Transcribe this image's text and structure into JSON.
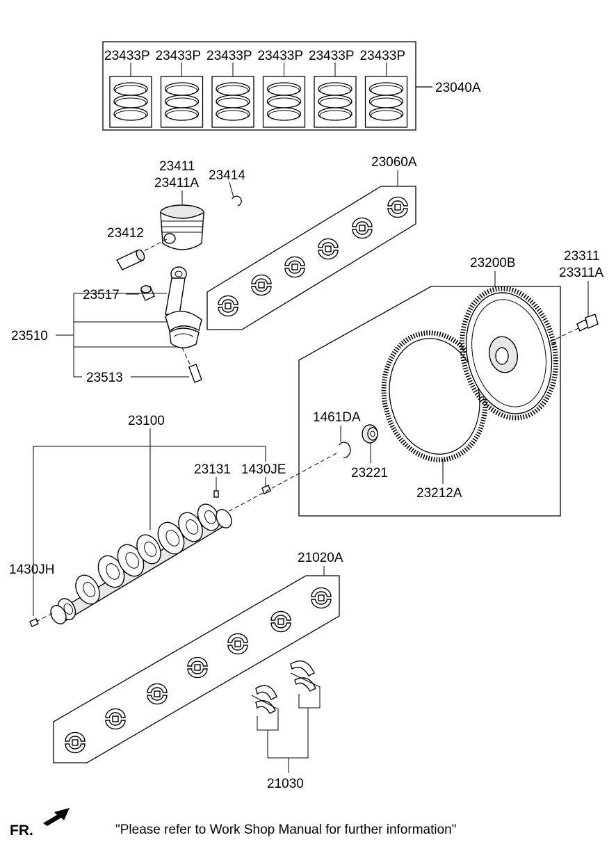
{
  "parts": {
    "ring_labels": [
      "23433P",
      "23433P",
      "23433P",
      "23433P",
      "23433P",
      "23433P"
    ],
    "ring_set": "23040A",
    "piston": "23411",
    "piston_alt": "23411A",
    "snap_ring": "23414",
    "piston_pin": "23412",
    "conrod_bush": "23517",
    "conrod_assy": "23510",
    "conrod_bolt": "23513",
    "conrod_bearing_set": "23060A",
    "flywheel": "23200B",
    "flywheel_bolt": "23311",
    "flywheel_bolt_alt": "23311A",
    "crankshaft": "23100",
    "snap_ring_2": "1461DA",
    "bearing": "23221",
    "ring_gear": "23212A",
    "key": "23131",
    "pin_rear": "1430JE",
    "pin_front": "1430JH",
    "main_bearing_set": "21020A",
    "thrust_bearing": "21030"
  },
  "footer": {
    "direction": "FR.",
    "note": "\"Please refer to Work Shop Manual for further information\""
  }
}
